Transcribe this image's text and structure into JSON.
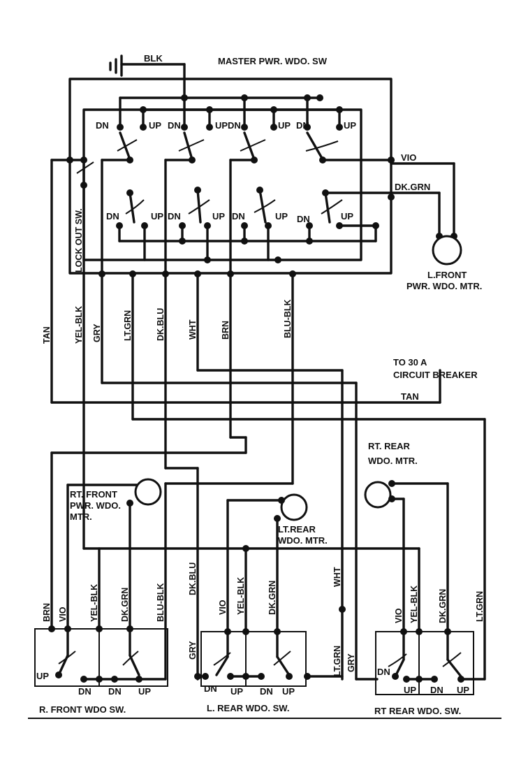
{
  "master": {
    "title": "MASTER PWR. WDO. SW",
    "lockout": "LOCK OUT SW.",
    "dn": "DN",
    "up": "UP"
  },
  "ground_wire": "BLK",
  "lf_motor": {
    "name_1": "L.FRONT",
    "name_2": "PWR. WDO. MTR.",
    "wire_1": "VIO",
    "wire_2": "DK.GRN"
  },
  "breaker": {
    "label_1": "TO 30 A",
    "label_2": "CIRCUIT BREAKER",
    "wire": "TAN"
  },
  "harness": {
    "tan": "TAN",
    "yel_blk": "YEL-BLK",
    "gry": "GRY",
    "lt_grn": "LT.GRN",
    "dk_blu": "DK.BLU",
    "wht": "WHT",
    "brn": "BRN",
    "blu_blk": "BLU-BLK"
  },
  "rf": {
    "motor_1": "RT. FRONT",
    "motor_2": "PWR. WDO.",
    "motor_3": "MTR.",
    "switch": "R. FRONT WDO SW.",
    "wires": [
      "BRN",
      "VIO",
      "YEL-BLK",
      "DK.GRN",
      "BLU-BLK"
    ],
    "up": "UP",
    "dn": "DN"
  },
  "lr": {
    "motor_1": "LT.REAR",
    "motor_2": "WDO. MTR.",
    "switch": "L. REAR WDO. SW.",
    "wires": [
      "DK.BLU",
      "VIO",
      "YEL-BLK",
      "DK.GRN",
      "WHT",
      "GRY",
      "LT.GRN"
    ],
    "dn": "DN",
    "up": "UP"
  },
  "rr": {
    "motor_1": "RT. REAR",
    "motor_2": "WDO. MTR.",
    "switch": "RT REAR WDO. SW.",
    "wires": [
      "VIO",
      "YEL-BLK",
      "DK.GRN",
      "LT.GRN",
      "GRY"
    ],
    "dn": "DN",
    "up": "UP"
  }
}
